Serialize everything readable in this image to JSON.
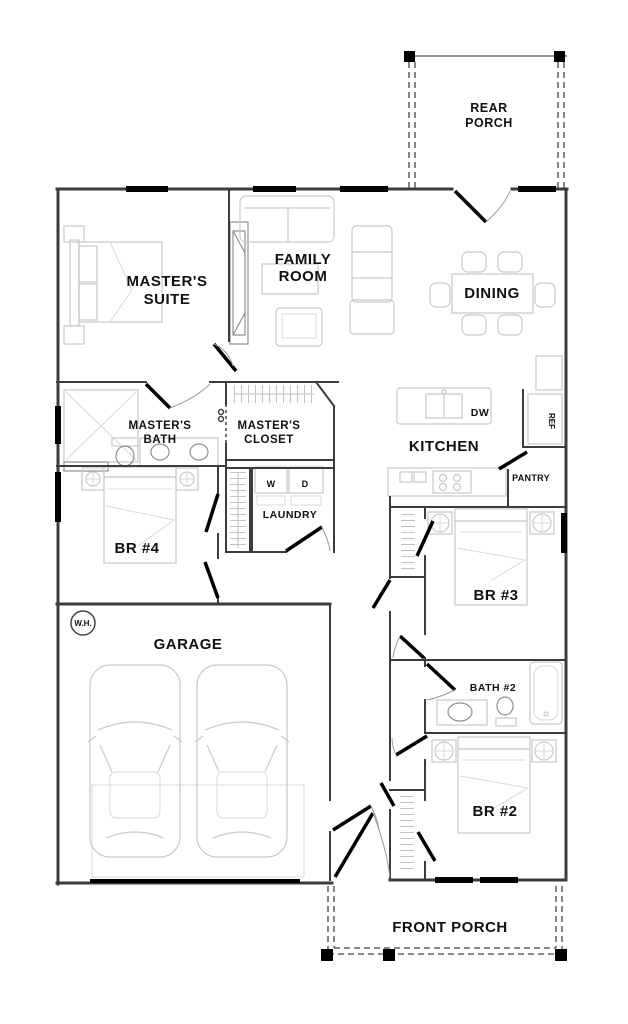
{
  "document": {
    "type": "residential-floor-plan"
  },
  "colors": {
    "background": "#ffffff",
    "wall": "#3c3c3c",
    "window": "#000000",
    "door": "#000000",
    "furniture": "#c9c9c9",
    "label": "#111111"
  },
  "rooms": {
    "rear_porch": {
      "label_line1": "REAR",
      "label_line2": "PORCH"
    },
    "master_suite": {
      "label_line1": "MASTER'S",
      "label_line2": "SUITE"
    },
    "family_room": {
      "label_line1": "FAMILY",
      "label_line2": "ROOM"
    },
    "dining": {
      "label": "DINING"
    },
    "kitchen": {
      "label": "KITCHEN"
    },
    "master_bath": {
      "label_line1": "MASTER'S",
      "label_line2": "BATH"
    },
    "master_closet": {
      "label_line1": "MASTER'S",
      "label_line2": "CLOSET"
    },
    "laundry": {
      "label": "LAUNDRY",
      "washer": "W",
      "dryer": "D"
    },
    "bedroom4": {
      "label": "BR #4"
    },
    "garage": {
      "label": "GARAGE",
      "water_heater": "W.H."
    },
    "bedroom3": {
      "label": "BR #3"
    },
    "bath2": {
      "label": "BATH #2"
    },
    "bedroom2": {
      "label": "BR #2"
    },
    "front_porch": {
      "label": "FRONT PORCH"
    }
  },
  "appliances": {
    "dishwasher": "DW",
    "refrigerator": "REF",
    "pantry": "PANTRY"
  }
}
